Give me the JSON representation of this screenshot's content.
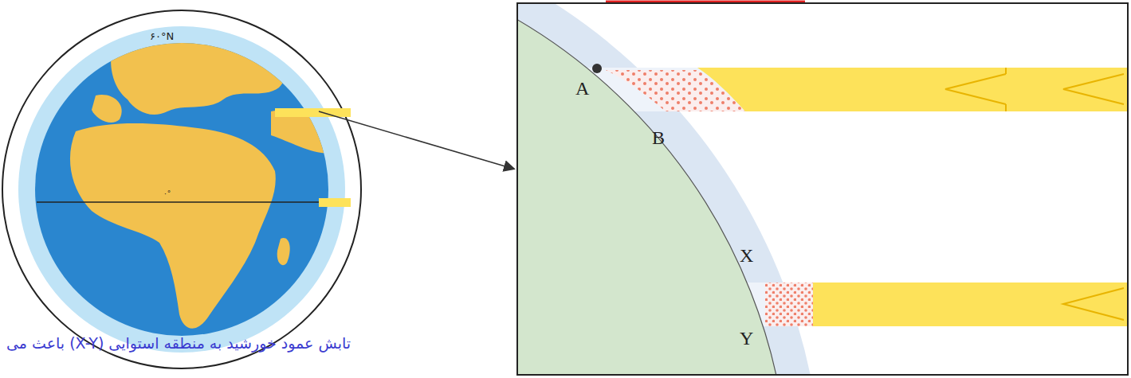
{
  "diagram": {
    "labels": [
      "۶۰°N",
      "۰°",
      "A",
      "B",
      "X",
      "Y",
      "تابش عمود خورشید به منطقه استوایی (X-Y) باعث می"
    ]
  }
}
